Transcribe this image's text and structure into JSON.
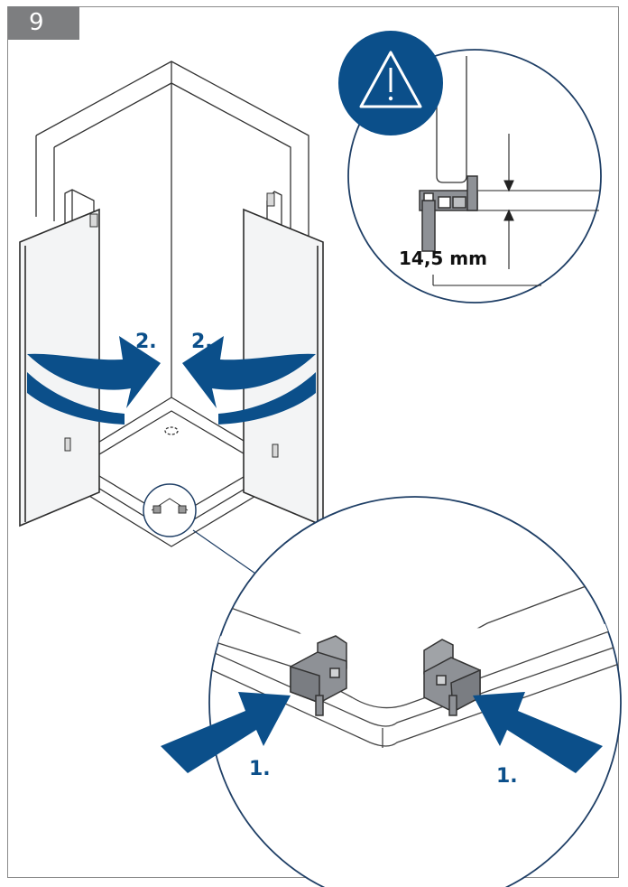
{
  "step": {
    "number": "9"
  },
  "detail": {
    "measurement": "14,5 mm",
    "warning_icon": "warning-triangle-icon"
  },
  "arrows": {
    "rotate_left_label": "2.",
    "rotate_right_label": "2.",
    "push_left_label": "1.",
    "push_right_label": "1."
  },
  "colors": {
    "accent_blue": "#0b4f8a",
    "badge_gray": "#7d7e80",
    "part_gray": "#8e9196"
  }
}
